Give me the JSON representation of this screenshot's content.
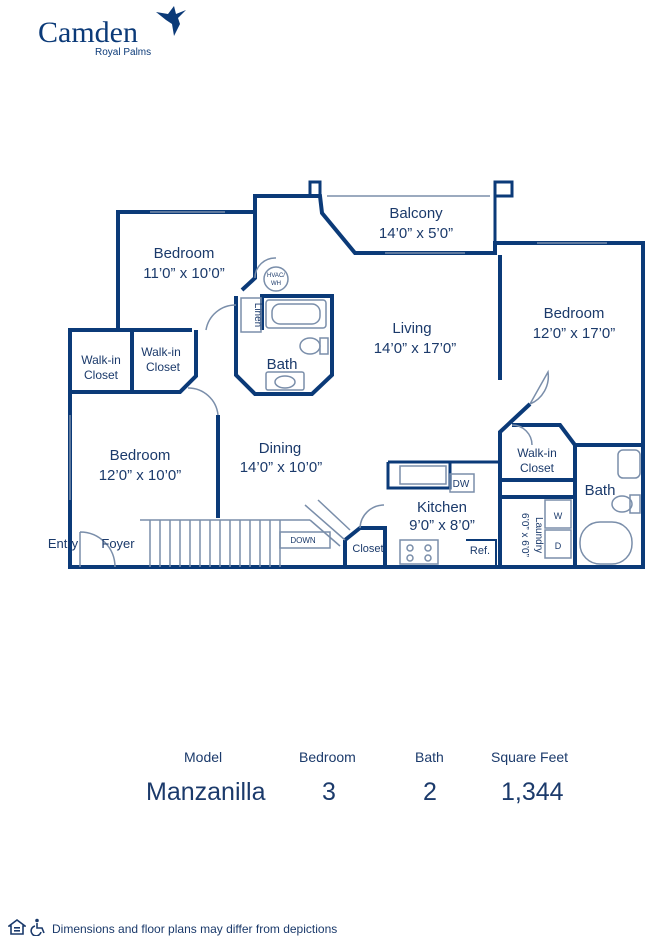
{
  "brand": {
    "name": "Camden",
    "community": "Royal Palms",
    "accent": "#0b3a78"
  },
  "plan": {
    "rooms": {
      "balcony": {
        "name": "Balcony",
        "dims": "14’0” x 5’0”"
      },
      "bedroom_tl": {
        "name": "Bedroom",
        "dims": "11’0” x 10’0”"
      },
      "bedroom_r": {
        "name": "Bedroom",
        "dims": "12’0” x 17’0”"
      },
      "bedroom_bl": {
        "name": "Bedroom",
        "dims": "12’0” x 10’0”"
      },
      "living": {
        "name": "Living",
        "dims": "14’0” x 17’0”"
      },
      "dining": {
        "name": "Dining",
        "dims": "14’0” x 10’0”"
      },
      "kitchen": {
        "name": "Kitchen",
        "dims": "9’0” x 8’0”"
      },
      "laundry": {
        "name": "Laundry",
        "dims": "6’0” x 6’0”"
      }
    },
    "labels": {
      "walkin_closet": "Walk-in",
      "closet_word": "Closet",
      "bath": "Bath",
      "linen": "Linen",
      "hvac_top": "HVAC/",
      "hvac_bottom": "WH",
      "dw": "DW",
      "ref": "Ref.",
      "closet": "Closet",
      "down": "DOWN",
      "entry": "Entry",
      "foyer": "Foyer",
      "washer": "W",
      "dryer": "D"
    }
  },
  "summary": {
    "headers": {
      "model": "Model",
      "bedroom": "Bedroom",
      "bath": "Bath",
      "sqft": "Square Feet"
    },
    "values": {
      "model": "Manzanilla",
      "bedroom": "3",
      "bath": "2",
      "sqft": "1,344"
    }
  },
  "footer": {
    "disclaimer": "Dimensions and floor plans may differ from depictions",
    "icons": [
      "equal-housing-icon",
      "wheelchair-icon"
    ]
  }
}
